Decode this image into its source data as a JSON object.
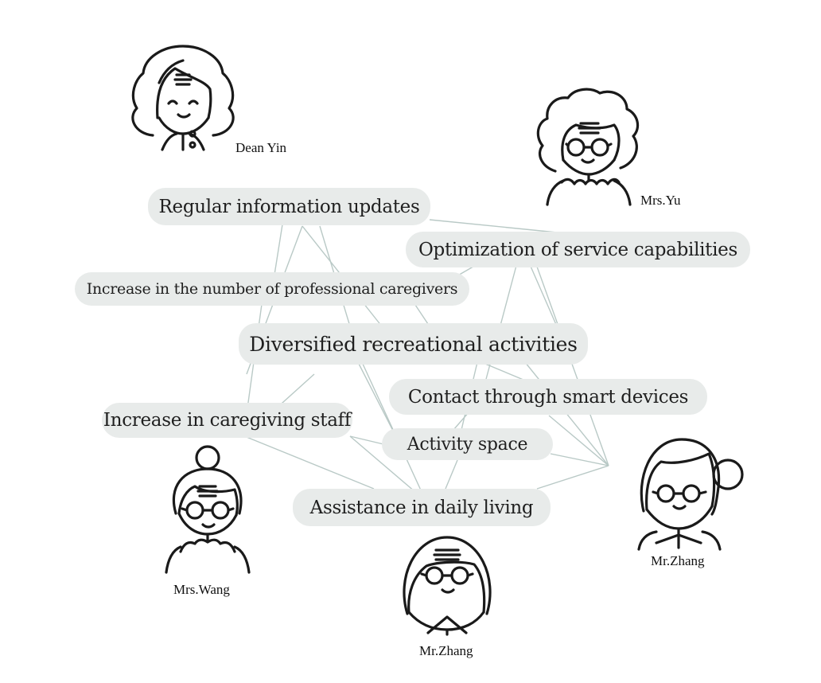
{
  "people": {
    "dean_yin": "Dean Yin",
    "mrs_yu": "Mrs.Yu",
    "mrs_wang": "Mrs.Wang",
    "mr_zhang_right": "Mr.Zhang",
    "mr_zhang_bottom": "Mr.Zhang"
  },
  "topics": {
    "regular_info": "Regular information updates",
    "optimization": "Optimization of service capabilities",
    "increase_professional": "Increase in the number of professional caregivers",
    "diversified": "Diversified recreational activities",
    "contact_smart": "Contact through smart devices",
    "increase_staff": "Increase in caregiving staff",
    "activity_space": "Activity space",
    "assistance": "Assistance in daily living"
  },
  "colors": {
    "pill_background": "#e8ebea",
    "link_line": "#b9c9c6",
    "outline": "#1a1a1a"
  }
}
